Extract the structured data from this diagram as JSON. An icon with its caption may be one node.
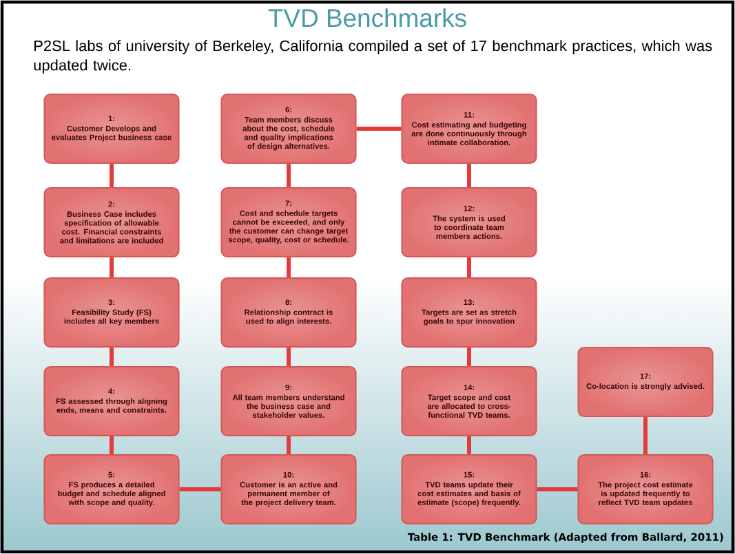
{
  "diagram": {
    "title": "TVD Benchmarks",
    "caption": "Table 1: TVD Benchmark (Adapted from Ballard, 2011)",
    "nodes": [
      {
        "text": [
          "1:",
          "Customer Develops and evaluates Project business case"
        ]
      },
      {
        "text": [
          "2:",
          "Business Case includes specification of allowable cost. Financial constraints and limitations are included"
        ]
      },
      {
        "text": [
          "3:",
          "Feasibility Study (FS) includes all key members"
        ]
      },
      {
        "text": [
          "4:",
          "FS assessed through aligning ends, means and constraints."
        ]
      },
      {
        "text": [
          "5:",
          "FS produces a detailed budget and schedule aligned with scope and quality."
        ]
      },
      {
        "text": [
          "6:",
          "Team members discuss about the cost, schedule and quality implications of design alternatives."
        ]
      },
      {
        "text": [
          "7:",
          "Cost and schedule targets cannot be exceeded, and only the customer can change target scope, quality, cost or schedule."
        ]
      },
      {
        "text": [
          "8:",
          "Relationship contract is used to align interests."
        ]
      },
      {
        "text": [
          "9:",
          "All team members understand the business case and stakeholder values."
        ]
      },
      {
        "text": [
          "10:",
          "Customer is an active and permanent member of the project delivery team."
        ]
      },
      {
        "text": [
          "11:",
          "Cost estimating and budgeting are done continuously through intimate collaboration."
        ]
      },
      {
        "text": [
          "12:",
          "The system is used to coordinate team members actions."
        ]
      },
      {
        "text": [
          "13:",
          "Targets are set as stretch goals to spur innovation"
        ]
      },
      {
        "text": [
          "14:",
          "Target scope and cost are allocated to cross-functional TVD teams."
        ]
      },
      {
        "text": [
          "15:",
          "TVD teams update their cost estimates and basis of estimate (scope) frequently."
        ]
      },
      {
        "text": [
          "16:",
          "The project cost estimate is updated frequently to reflect TVD team updates"
        ]
      },
      {
        "text": [
          "17:",
          "Co-location is strongly advised."
        ]
      }
    ],
    "edges": [
      {
        "from": 0,
        "to": 1,
        "arrow": "none"
      },
      {
        "from": 1,
        "to": 2,
        "arrow": "none"
      },
      {
        "from": 2,
        "to": 3,
        "arrow": "none"
      },
      {
        "from": 3,
        "to": 4,
        "arrow": "none"
      },
      {
        "from": 4,
        "to": 9,
        "arrow": "none"
      },
      {
        "from": 9,
        "to": 8,
        "arrow": "none"
      },
      {
        "from": 8,
        "to": 7,
        "arrow": "none"
      },
      {
        "from": 7,
        "to": 6,
        "arrow": "none"
      },
      {
        "from": 6,
        "to": 5,
        "arrow": "none"
      },
      {
        "from": 5,
        "to": 10,
        "arrow": "none"
      },
      {
        "from": 10,
        "to": 11,
        "arrow": "none"
      },
      {
        "from": 11,
        "to": 12,
        "arrow": "none"
      },
      {
        "from": 12,
        "to": 13,
        "arrow": "none"
      },
      {
        "from": 13,
        "to": 14,
        "arrow": "none"
      },
      {
        "from": 14,
        "to": 15,
        "arrow": "none"
      },
      {
        "from": 15,
        "to": 16,
        "arrow": "none"
      }
    ],
    "labels": [
      "P2SL labs of university of Berkeley, California compiled a set of 17 benchmark practices, which was updated twice."
    ]
  }
}
